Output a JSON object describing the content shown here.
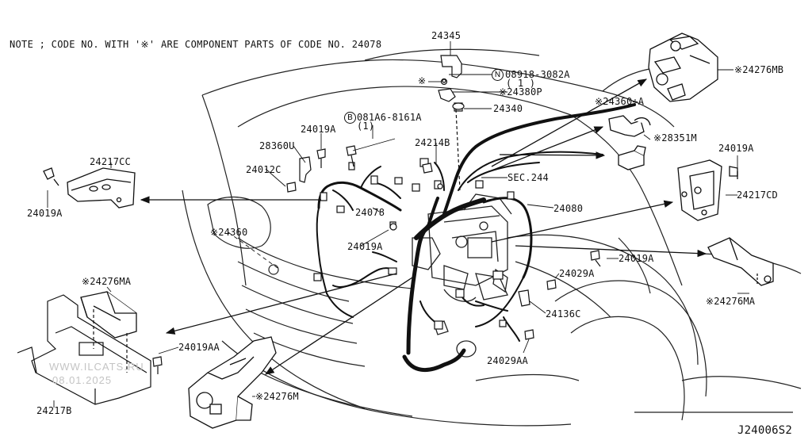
{
  "diagram": {
    "note": "NOTE ; CODE NO. WITH '※' ARE COMPONENT PARTS OF CODE NO. 24078",
    "diagram_code": "J24006S2",
    "watermark": {
      "site": "WWW.ILCATS.RU",
      "datetime": "08.01.2025"
    },
    "callouts": {
      "p24345": "24345",
      "p08918": "08918-3082A",
      "p08918_qty": "( 1 )",
      "p24380P": "※24380P",
      "p24340": "24340",
      "p24276MB": "※24276MB",
      "p24360A": "※24360+A",
      "p28351M": "※28351M",
      "p24019A_tr": "24019A",
      "p24217CD": "24217CD",
      "p081A6": "081A6-8161A",
      "p081A6_qty": "(1)",
      "p24019A_top": "24019A",
      "p28360U": "28360U",
      "p24214B": "24214B",
      "p24012C": "24012C",
      "pSEC244": "SEC.244",
      "p24080": "24080",
      "p24217CC": "24217CC",
      "p24019A_left": "24019A",
      "p24078": "24078",
      "p24360": "※24360",
      "p24019A_mid": "24019A",
      "p24019A_r": "24019A",
      "p24029A": "24029A",
      "p24276MA_left": "※24276MA",
      "p24276MA_right": "※24276MA",
      "p24136C": "24136C",
      "p24019AA": "24019AA",
      "p24029AA": "24029AA",
      "p24276M": "※24276M",
      "p24217B": "24217B",
      "sym_star": "※",
      "sym_N": "N",
      "sym_B": "B"
    }
  }
}
